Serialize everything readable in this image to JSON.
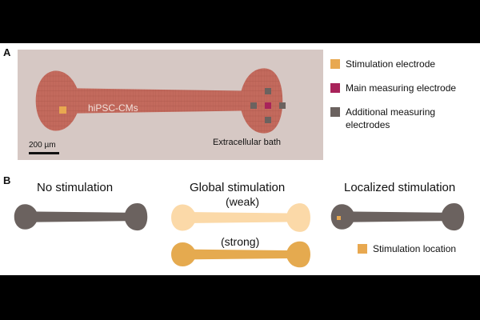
{
  "panel_a": {
    "letter": "A",
    "tissue_label": "hiPSC-CMs",
    "bath_label": "Extracellular bath",
    "scale_bar_label": "200 µm",
    "legend": [
      {
        "label": "Stimulation electrode",
        "color": "#e8a850"
      },
      {
        "label": "Main measuring electrode",
        "color": "#a8235a"
      },
      {
        "label": "Additional measuring",
        "label2": "electrodes",
        "color": "#6b625f"
      }
    ]
  },
  "panel_b": {
    "letter": "B",
    "no_stim_title": "No stimulation",
    "global_title": "Global stimulation",
    "weak_label": "(weak)",
    "strong_label": "(strong)",
    "localized_title": "Localized stimulation",
    "stim_location_label": "Stimulation location"
  },
  "colors": {
    "tissue": "#c36a5d",
    "tissue_grid": "#b45a4e",
    "bath": "#d6c8c4",
    "inactive": "#6b625f",
    "weak": "#fbd9a8",
    "strong": "#e5aa4f",
    "stim": "#e8a850"
  }
}
